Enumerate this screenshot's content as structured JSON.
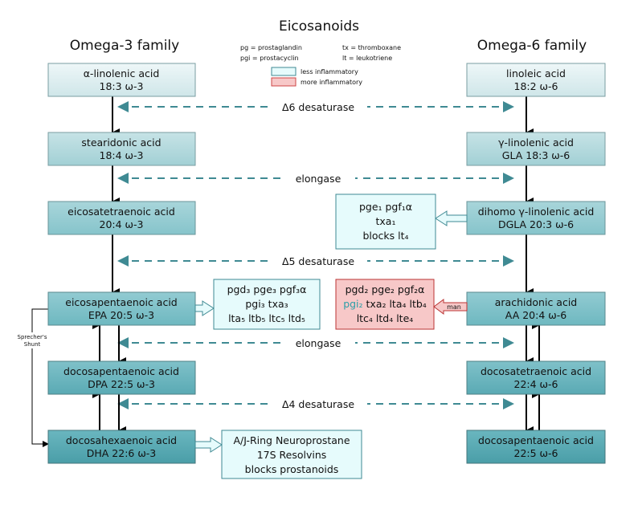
{
  "title": "Eicosanoids",
  "omega3": {
    "heading": "Omega-3 family",
    "nodes": [
      {
        "name": "α-linolenic acid",
        "formula": "18:3 ω-3"
      },
      {
        "name": "stearidonic acid",
        "formula": "18:4 ω-3"
      },
      {
        "name": "eicosatetraenoic acid",
        "formula": "20:4 ω-3"
      },
      {
        "name": "eicosapentaenoic acid",
        "formula": "EPA  20:5 ω-3"
      },
      {
        "name": "docosapentaenoic acid",
        "formula": "DPA  22:5 ω-3"
      },
      {
        "name": "docosahexaenoic acid",
        "formula": "DHA  22:6 ω-3"
      }
    ]
  },
  "omega6": {
    "heading": "Omega-6 family",
    "nodes": [
      {
        "name": "linoleic acid",
        "formula": "18:2 ω-6"
      },
      {
        "name": "γ-linolenic acid",
        "formula": "GLA  18:3 ω-6"
      },
      {
        "name": "dihomo γ-linolenic acid",
        "formula": "DGLA  20:3 ω-6"
      },
      {
        "name": "arachidonic acid",
        "formula": "AA  20:4 ω-6"
      },
      {
        "name": "docosatetraenoic acid",
        "formula": "22:4 ω-6"
      },
      {
        "name": "docosapentaenoic acid",
        "formula": "22:5 ω-6"
      }
    ]
  },
  "enzymes": [
    "Δ6 desaturase",
    "elongase",
    "Δ5 desaturase",
    "elongase",
    "Δ4 desaturase"
  ],
  "legend": {
    "abbreviations": [
      {
        "key": "pg",
        "value": "prostaglandin"
      },
      {
        "key": "tx",
        "value": "thromboxane"
      },
      {
        "key": "pgi",
        "value": "prostacyclin"
      },
      {
        "key": "lt",
        "value": "leukotriene"
      }
    ],
    "less_label": "less inflammatory",
    "more_label": "more inflammatory"
  },
  "products": {
    "dgla": {
      "line1": "pge₁ pgf₁α",
      "line2": "txa₁",
      "line3": "blocks lt₄"
    },
    "epa": {
      "line1": "pgd₃ pge₃ pgf₃α",
      "line2": "pgi₃ txa₃",
      "line3": "lta₅ ltb₅ ltc₅ ltd₅"
    },
    "aa": {
      "line1": "pgd₂ pge₂ pgf₂α",
      "line2_pgi": "pgi₂",
      "line2_rest": " txa₂ lta₄ ltb₄",
      "line3": "ltc₄ ltd₄ lte₄"
    },
    "dha": {
      "line1": "A/J-Ring Neuroprostane",
      "line2": "17S Resolvins",
      "line3": "blocks prostanoids"
    }
  },
  "man_label": "man",
  "shunt_label": [
    "Sprecher's",
    "Shunt"
  ],
  "colors": {
    "box_light": "#dcecee",
    "box_mid": "#a6d2d6",
    "box_dark": "#6db7bf",
    "product_fill": "#e6fbfc",
    "product_pink": "#f7c8c8",
    "dash": "#3f8a93",
    "pgi_teal": "#2a9fa8"
  }
}
